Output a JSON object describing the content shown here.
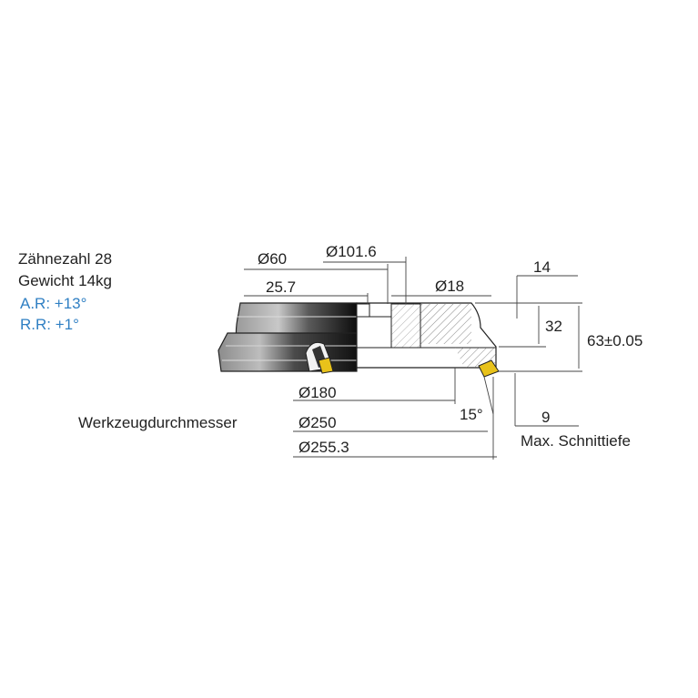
{
  "specs": {
    "teeth": "Zähnezahl 28",
    "weight": "Gewicht 14kg",
    "axial_rake": "A.R: +13°",
    "radial_rake": "R.R: +1°"
  },
  "dimensions": {
    "bore": "Ø60",
    "hub": "Ø101.6",
    "recess_depth": "25.7",
    "keyway": "Ø18",
    "flange_height": "14",
    "body_height": "32",
    "total_height": "63±0.05",
    "inner_diameter": "Ø180",
    "tool_diameter_label": "Werkzeugdurchmesser",
    "tool_diameter": "Ø250",
    "max_diameter": "Ø255.3",
    "angle": "15°",
    "max_depth": "9",
    "max_depth_label": "Max. Schnittiefe"
  },
  "colors": {
    "text": "#222222",
    "accent": "#2f7fc3",
    "insert": "#e8c21a",
    "hatch": "#555555"
  }
}
